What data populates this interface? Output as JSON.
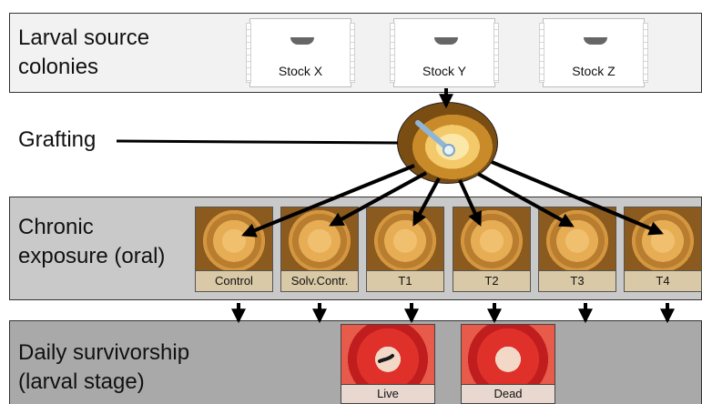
{
  "rows": {
    "source": "Larval source\ncolonies",
    "grafting": "Grafting",
    "exposure": "Chronic\nexposure (oral)",
    "survival": "Daily survivorship\n(larval stage)"
  },
  "stocks": [
    "Stock X",
    "Stock Y",
    "Stock Z"
  ],
  "treatments": [
    "Control",
    "Solv.Contr.",
    "T1",
    "T2",
    "T3",
    "T4"
  ],
  "outcomes": [
    "Live",
    "Dead"
  ],
  "colors": {
    "band1": "#f2f2f2",
    "band2": "#c9c9c9",
    "band3": "#a9a9a9",
    "label_strip": "#d9c9a6"
  }
}
